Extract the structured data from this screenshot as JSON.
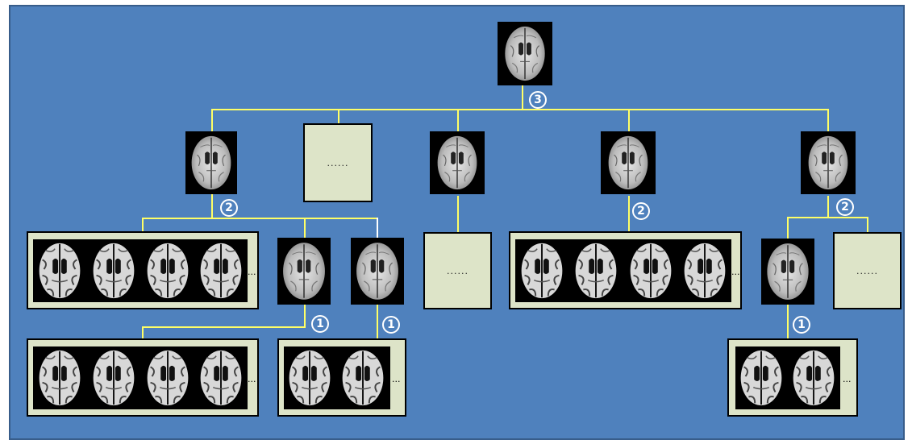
{
  "diagram": {
    "placeholder_text": "......",
    "ellipsis_text": "...",
    "badges": {
      "level3": "3",
      "level2": "2",
      "level1": "1"
    },
    "colors": {
      "background": "#4f81bd",
      "connector": "#ffff66",
      "panel": "#dde4c8",
      "badge_border": "#ffffff"
    }
  }
}
